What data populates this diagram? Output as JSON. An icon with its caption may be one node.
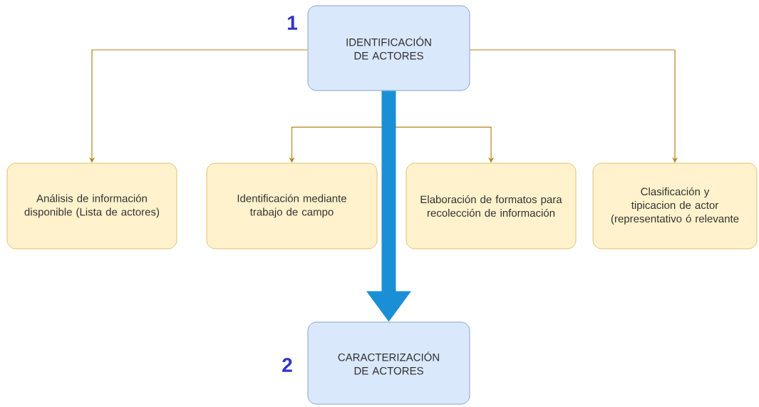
{
  "diagram": {
    "nodes": [
      {
        "text": [
          "IDENTIFICACIÓN DE ACTORES"
        ],
        "beside": [
          "1"
        ]
      },
      {
        "text": [
          "Análisis de información disponible (Lista de actores)"
        ]
      },
      {
        "text": [
          "Identificación mediante trabajo de campo"
        ]
      },
      {
        "text": [
          "Elaboración de formatos para recolección de información"
        ]
      },
      {
        "text": [
          "Clasificación y tipicacion de actor (representativo ó relevante"
        ]
      },
      {
        "text": [
          "CARACTERIZACIÓN DE ACTORES"
        ],
        "beside": [
          "2"
        ]
      }
    ],
    "edges": [
      {
        "from": 0,
        "to": 1,
        "arrow": "to"
      },
      {
        "from": 0,
        "to": 2,
        "arrow": "to"
      },
      {
        "from": 0,
        "to": 3,
        "arrow": "to"
      },
      {
        "from": 0,
        "to": 4,
        "arrow": "to"
      },
      {
        "from": 0,
        "to": 5,
        "arrow": "to",
        "style": "thick",
        "color": "#1b8fd6"
      }
    ]
  }
}
